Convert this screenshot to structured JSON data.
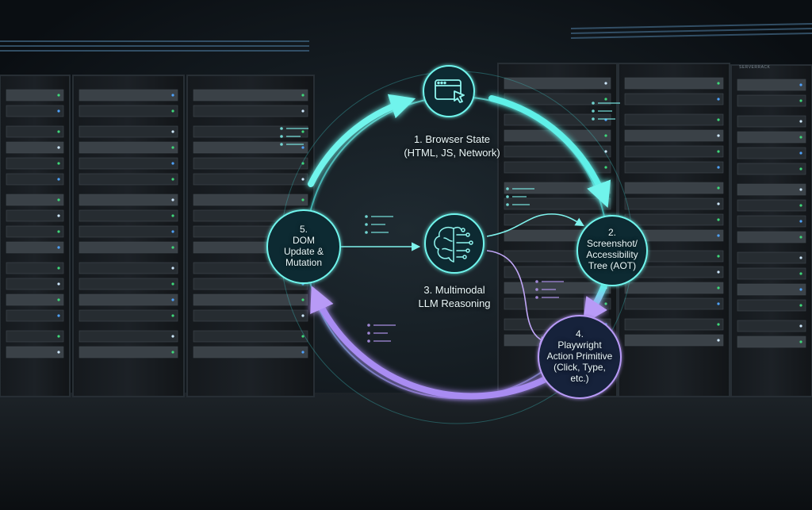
{
  "diagram": {
    "nodes": [
      {
        "id": "browser-state",
        "icon": "browser-window-cursor-icon",
        "lines": [
          "1. Browser State",
          "(HTML, JS, Network)"
        ]
      },
      {
        "id": "screenshot-aot",
        "lines": [
          "2.",
          "Screenshot/",
          "Accessibility",
          "Tree (AOT)"
        ]
      },
      {
        "id": "llm-reasoning",
        "icon": "brain-circuit-icon",
        "lines": [
          "3. Multimodal",
          "LLM Reasoning"
        ]
      },
      {
        "id": "playwright-action",
        "lines": [
          "4.",
          "Playwright",
          "Action Primitive",
          "(Click, Type,",
          "etc.)"
        ]
      },
      {
        "id": "dom-update",
        "lines": [
          "5.",
          "DOM",
          "Update &",
          "Mutation"
        ]
      }
    ],
    "colors": {
      "cyan": "#5ff0e8",
      "teal": "#2fc9c4",
      "violet": "#a98cf2",
      "node_fill": "#0e2a30"
    }
  },
  "background": {
    "scene": "server-rack-room",
    "rack_label": "SERVERRACK"
  }
}
